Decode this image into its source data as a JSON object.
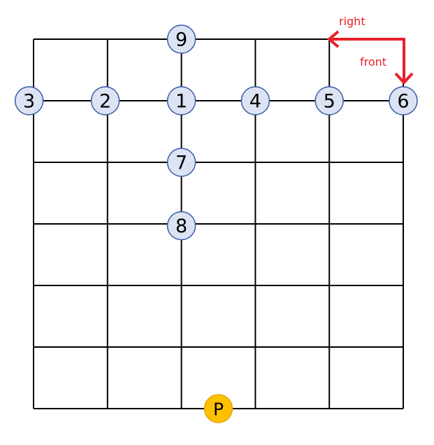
{
  "diagram": {
    "grid": {
      "columns": 5,
      "rows": 6,
      "line_color": "#000000"
    },
    "nodes": [
      {
        "label": "9",
        "col": 2,
        "row": 0
      },
      {
        "label": "3",
        "col": -0.06,
        "row": 1
      },
      {
        "label": "2",
        "col": 0.97,
        "row": 1
      },
      {
        "label": "1",
        "col": 2,
        "row": 1
      },
      {
        "label": "4",
        "col": 3,
        "row": 1
      },
      {
        "label": "5",
        "col": 4,
        "row": 1
      },
      {
        "label": "6",
        "col": 5,
        "row": 1
      },
      {
        "label": "7",
        "col": 2,
        "row": 2
      },
      {
        "label": "8",
        "col": 2,
        "row": 3.03
      }
    ],
    "player": {
      "label": "P",
      "col": 2.5,
      "row": 6
    },
    "direction_indicator": {
      "right_label": "right",
      "front_label": "front",
      "color": "#e8202a"
    },
    "colors": {
      "node_fill": "#dce3f3",
      "node_stroke": "#3a5aa8",
      "player_fill": "#ffc000",
      "player_stroke": "#e3a800"
    }
  }
}
